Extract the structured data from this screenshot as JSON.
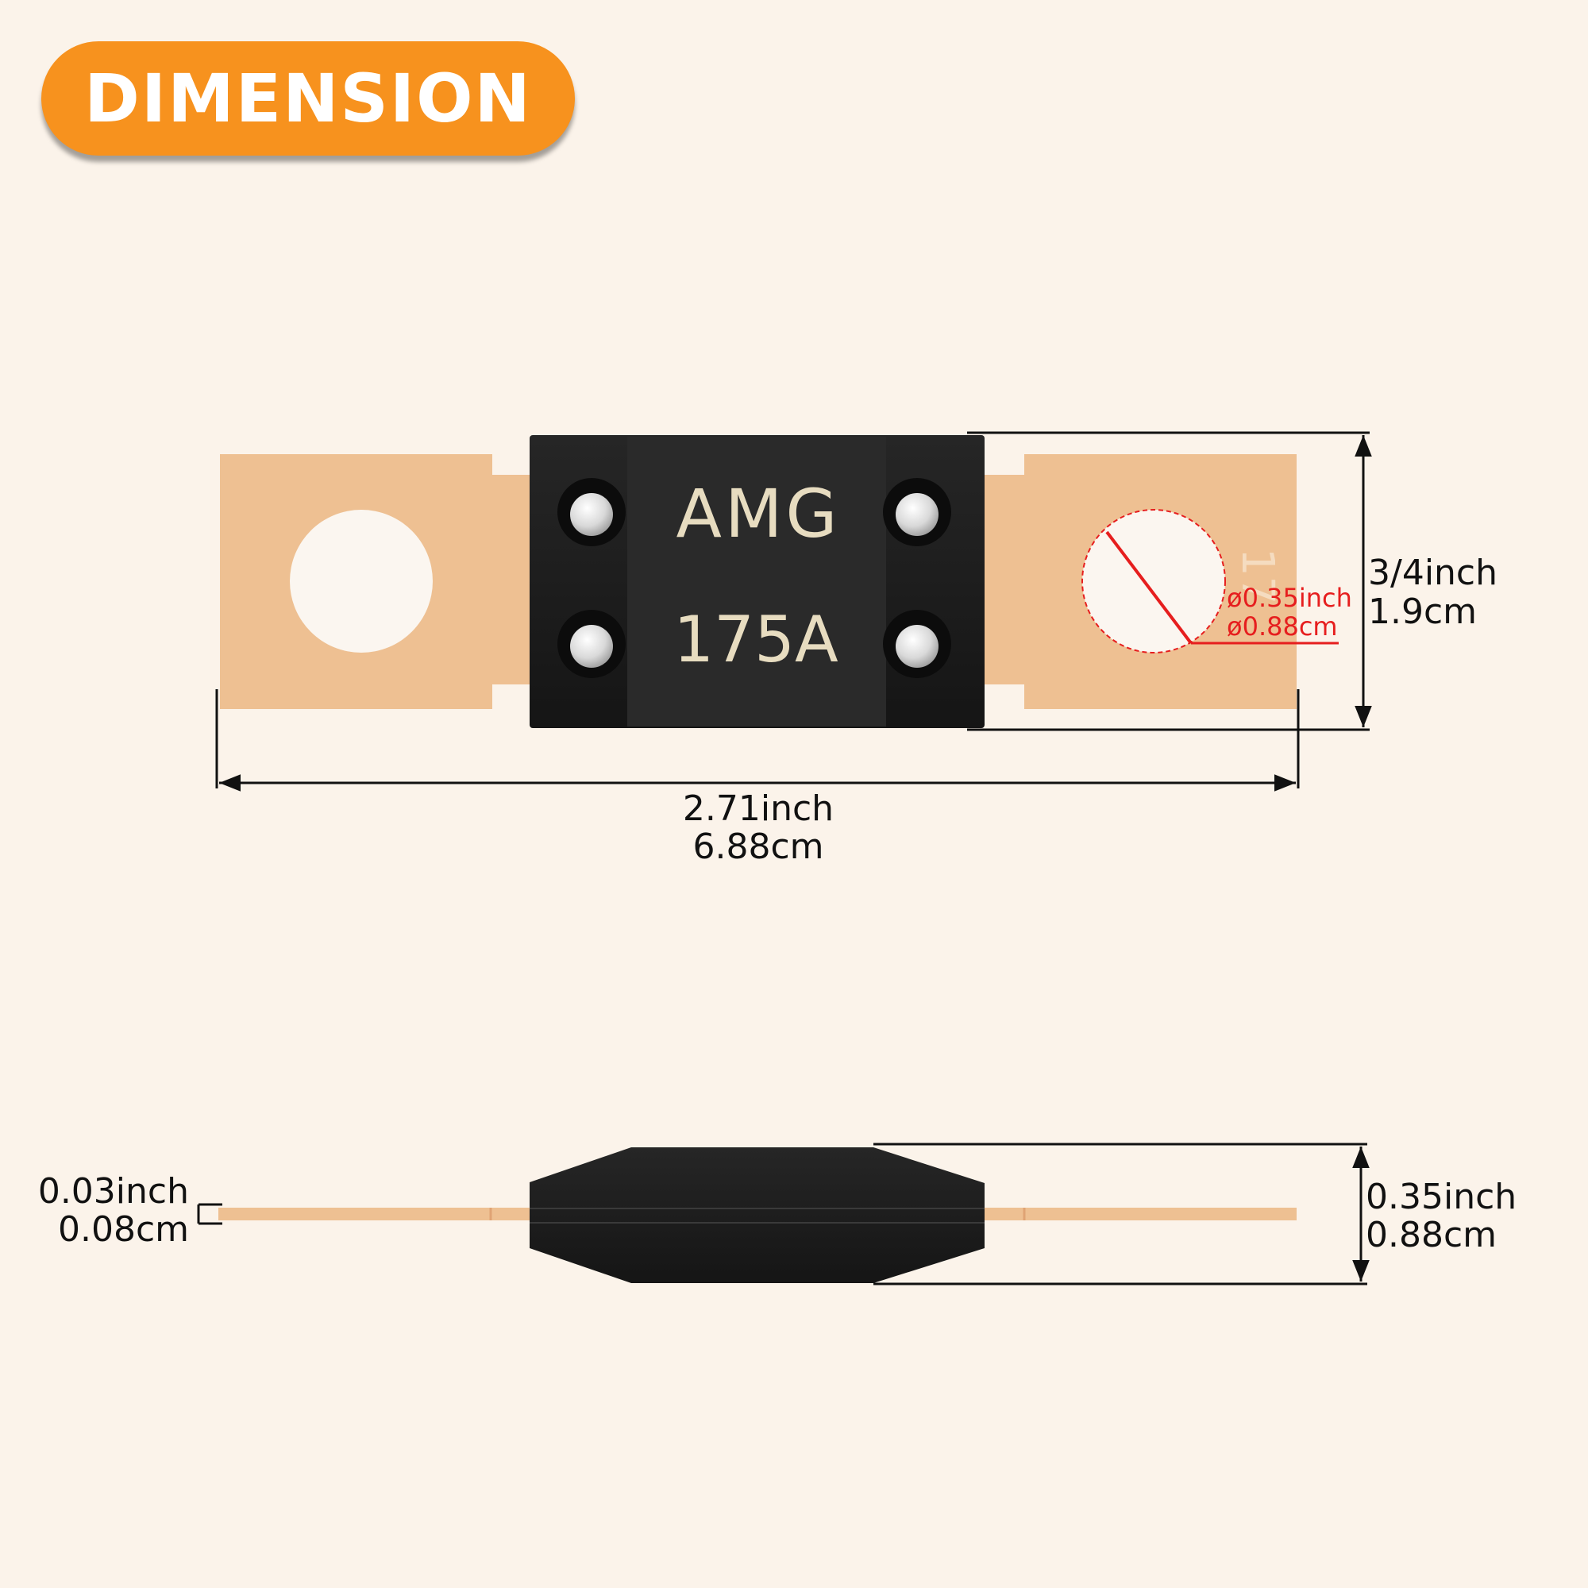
{
  "badge": {
    "label": "DIMENSION"
  },
  "top_view": {
    "brand": "AMG",
    "rating": "175A",
    "terminal_embossed_text": "17",
    "width_dimension": {
      "inch": "2.71inch",
      "cm": "6.88cm"
    },
    "height_dimension": {
      "inch": "3/4inch",
      "cm": "1.9cm"
    },
    "hole_diameter": {
      "inch": "ø0.35inch",
      "cm": "ø0.88cm"
    }
  },
  "side_view": {
    "blade_thickness": {
      "inch": "0.03inch",
      "cm": "0.08cm"
    },
    "body_thickness": {
      "inch": "0.35inch",
      "cm": "0.88cm"
    }
  },
  "colors": {
    "background": "#fbf3ea",
    "badge": "#f7921e",
    "copper": "#eec092",
    "fuse_body": "#1e1e1e",
    "dimension_lines": "#111111",
    "hole_dimension": "#e61e1e"
  }
}
